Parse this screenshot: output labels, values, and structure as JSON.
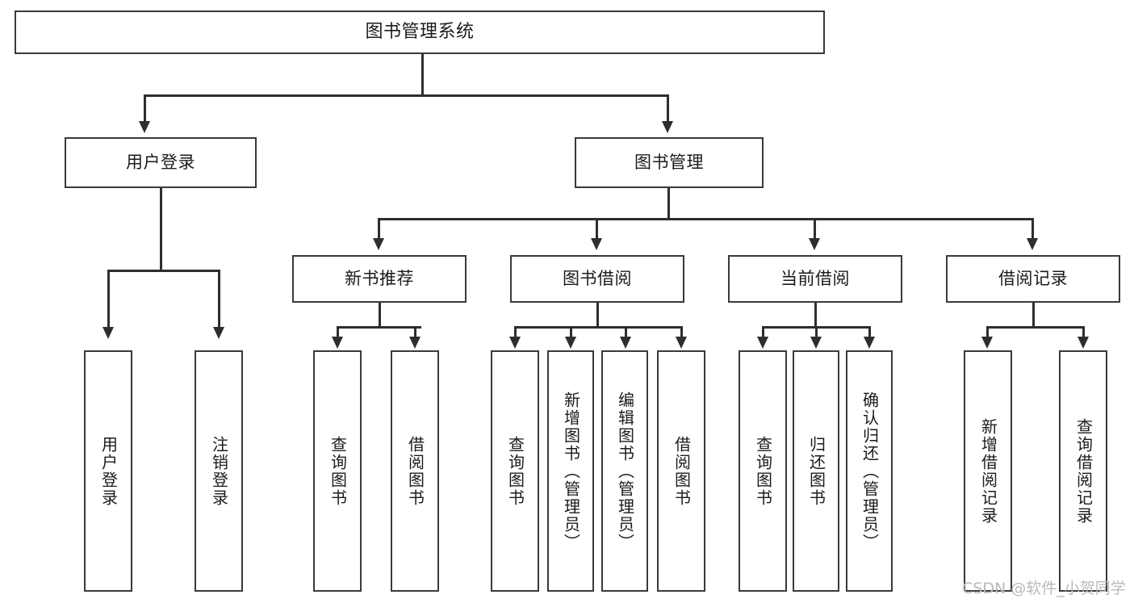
{
  "diagram": {
    "type": "tree-hierarchy",
    "title": "图书管理系统",
    "root": {
      "label": "图书管理系统"
    },
    "level2": [
      {
        "label": "用户登录"
      },
      {
        "label": "图书管理"
      }
    ],
    "level3": [
      {
        "label": "新书推荐"
      },
      {
        "label": "图书借阅"
      },
      {
        "label": "当前借阅"
      },
      {
        "label": "借阅记录"
      }
    ],
    "leaves": {
      "user_login": [
        {
          "label": "用户登录"
        },
        {
          "label": "注销登录"
        }
      ],
      "new_book_recommend": [
        {
          "label": "查询图书"
        },
        {
          "label": "借阅图书"
        }
      ],
      "book_borrow": [
        {
          "label": "查询图书"
        },
        {
          "label": "新增图书（管理员）"
        },
        {
          "label": "编辑图书（管理员）"
        },
        {
          "label": "借阅图书"
        }
      ],
      "current_borrow": [
        {
          "label": "查询图书"
        },
        {
          "label": "归还图书"
        },
        {
          "label": "确认归还（管理员）"
        }
      ],
      "borrow_record": [
        {
          "label": "新增借阅记录"
        },
        {
          "label": "查询借阅记录"
        }
      ]
    }
  },
  "watermark": {
    "text": "CSDN @软件_小贺同学"
  },
  "colors": {
    "stroke": "#3a3a3a",
    "text": "#1b1b1b",
    "background": "#ffffff",
    "watermark": "#b9b9b9"
  }
}
